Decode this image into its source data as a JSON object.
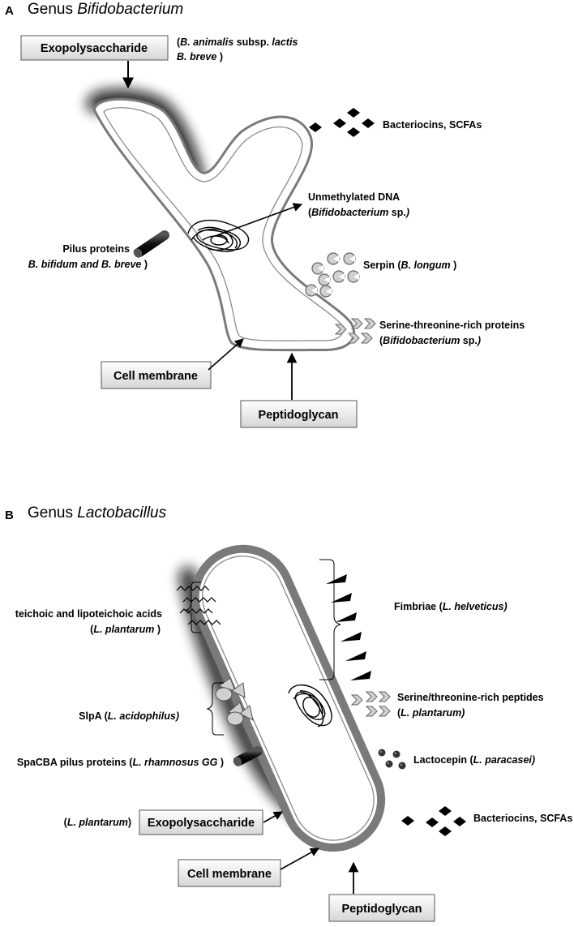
{
  "panel_a": {
    "letter": "A",
    "genus_prefix": "Genus",
    "genus_name": "Bifidobacterium",
    "exopolysaccharide": {
      "box": "Exopolysaccharide",
      "species_1a": "(",
      "species_1b": "B. animalis",
      "species_1c": " subsp. ",
      "species_1d": "lactis",
      "species_2": "B. breve",
      "species_2b": " )"
    },
    "bacteriocins": "Bacteriocins, SCFAs",
    "dna": {
      "title": "Unmethylated DNA",
      "species_a": "(",
      "species_b": "Bifidobacterium",
      "species_c": " sp.",
      "species_d": ")"
    },
    "pilus": {
      "line1": "Pilus proteins",
      "line2a": "B. bifidum and B. breve",
      "line2b": " )"
    },
    "serpin": {
      "a": "Serpin (",
      "b": "B. longum",
      "c": " )"
    },
    "serine": {
      "line1": "Serine-threonine-rich proteins",
      "line2a": "(",
      "line2b": "Bifidobacterium",
      "line2c": " sp.",
      "line2d": ")"
    },
    "cell_membrane": "Cell membrane",
    "peptidoglycan": "Peptidoglycan"
  },
  "panel_b": {
    "letter": "B",
    "genus_prefix": "Genus",
    "genus_name": "Lactobacillus",
    "teichoic": {
      "line1": "teichoic and lipoteichoic acids",
      "line2a": "(",
      "line2b": "L. plantarum",
      "line2c": " )"
    },
    "fimbriae": {
      "a": "Fimbriae (",
      "b": "L. helveticus)"
    },
    "slpa": {
      "a": "SlpA (",
      "b": "L. acidophilus)"
    },
    "serine": {
      "line1": "Serine/threonine-rich peptides",
      "line2a": "(",
      "line2b": "L. plantarum)"
    },
    "spacba": {
      "a": "SpaCBA pilus proteins (",
      "b": "L. rhamnosus GG",
      "c": " )"
    },
    "lactocepin": {
      "a": "Lactocepin (",
      "b": "L. paracasei)"
    },
    "exo_species": {
      "a": "(",
      "b": "L. plantarum",
      "c": ")"
    },
    "exopolysaccharide": "Exopolysaccharide",
    "bacteriocins": "Bacteriocins, SCFAs",
    "cell_membrane": "Cell membrane",
    "peptidoglycan": "Peptidoglycan"
  }
}
